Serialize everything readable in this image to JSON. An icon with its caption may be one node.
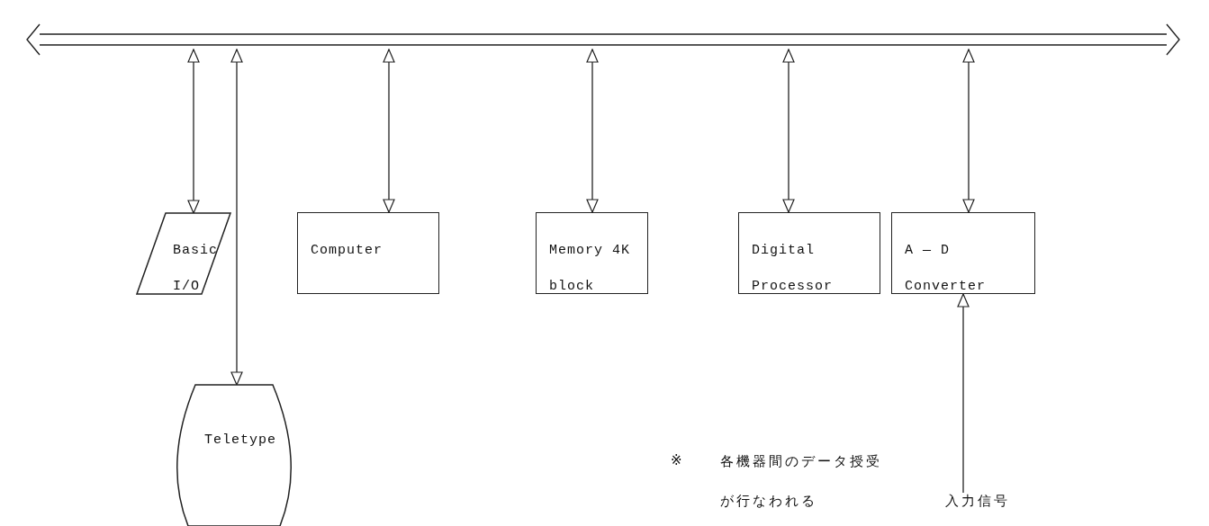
{
  "diagram": {
    "nodes": [
      {
        "text": [],
        "shape": "bar"
      },
      {
        "text": [
          "Basic I/O"
        ]
      },
      {
        "text": [
          "Teletype"
        ]
      },
      {
        "text": [
          "Computer"
        ]
      },
      {
        "text": [
          "Memory 4K block"
        ]
      },
      {
        "text": [
          "Digital Processor"
        ]
      },
      {
        "text": [
          "A — D Converter"
        ]
      },
      {
        "text": [
          "入力信号"
        ]
      }
    ],
    "edges": [
      {
        "from": 0,
        "to": 1,
        "arrow": "both"
      },
      {
        "from": 0,
        "to": 2,
        "arrow": "both"
      },
      {
        "from": 0,
        "to": 3,
        "arrow": "both"
      },
      {
        "from": 0,
        "to": 4,
        "arrow": "both"
      },
      {
        "from": 0,
        "to": 5,
        "arrow": "both"
      },
      {
        "from": 0,
        "to": 6,
        "arrow": "both"
      },
      {
        "from": 7,
        "to": 6,
        "arrow": "to"
      }
    ],
    "labels": [
      "※",
      "各機器間のデータ授受が行なわれる"
    ]
  }
}
